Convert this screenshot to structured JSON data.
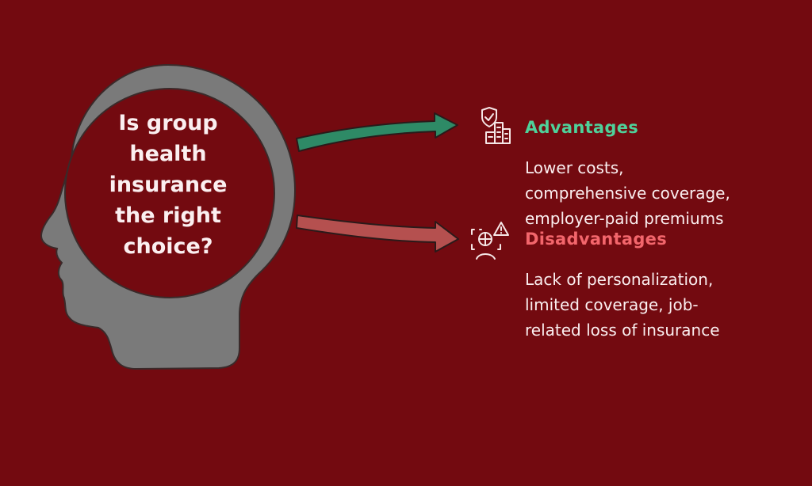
{
  "diagram": {
    "type": "decision-head",
    "background_color": "#730a10",
    "question": {
      "lines": [
        "Is group",
        "health",
        "insurance",
        "the right",
        "choice?"
      ],
      "full_text": "Is group health insurance the right choice?"
    },
    "branches": [
      {
        "id": "advantages",
        "title": "Advantages",
        "title_color": "#4fd19a",
        "arrow_color": "#2e8a66",
        "icon": "shield-check-buildings-icon",
        "description_lines": [
          "Lower costs,",
          "comprehensive coverage,",
          "employer-paid premiums"
        ],
        "description": "Lower costs, comprehensive coverage, employer-paid premiums"
      },
      {
        "id": "disadvantages",
        "title": "Disadvantages",
        "title_color": "#f3666c",
        "arrow_color": "#b5504f",
        "icon": "person-warning-icon",
        "description_lines": [
          "Lack of personalization,",
          "limited coverage, job-",
          "related loss of insurance"
        ],
        "description": "Lack of personalization, limited coverage, job-related loss of insurance"
      }
    ],
    "head_color": "#7a7a7a"
  }
}
